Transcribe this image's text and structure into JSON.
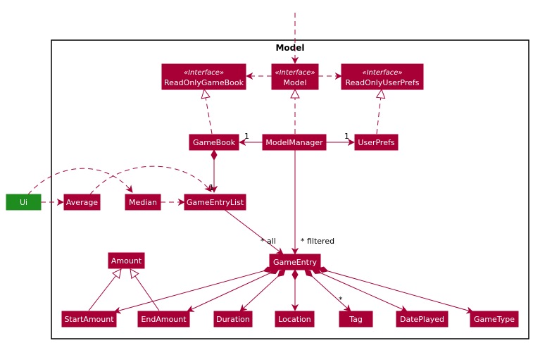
{
  "package": {
    "title": "Model"
  },
  "colors": {
    "node_fill": "#A80036",
    "ui_fill": "#1E8C1E",
    "edge": "#A80036"
  },
  "nodes": {
    "readonly_gamebook": {
      "stereotype": "«Interface»",
      "label": "ReadOnlyGameBook"
    },
    "model": {
      "stereotype": "«Interface»",
      "label": "Model"
    },
    "readonly_userprefs": {
      "stereotype": "«Interface»",
      "label": "ReadOnlyUserPrefs"
    },
    "gamebook": {
      "label": "GameBook"
    },
    "modelmanager": {
      "label": "ModelManager"
    },
    "userprefs": {
      "label": "UserPrefs"
    },
    "ui": {
      "label": "Ui"
    },
    "average": {
      "label": "Average"
    },
    "median": {
      "label": "Median"
    },
    "gameentrylist": {
      "label": "GameEntryList"
    },
    "amount": {
      "label": "Amount"
    },
    "gameentry": {
      "label": "GameEntry"
    },
    "startamount": {
      "label": "StartAmount"
    },
    "endamount": {
      "label": "EndAmount"
    },
    "duration": {
      "label": "Duration"
    },
    "location": {
      "label": "Location"
    },
    "tag": {
      "label": "Tag"
    },
    "dateplayed": {
      "label": "DatePlayed"
    },
    "gametype": {
      "label": "GameType"
    }
  },
  "edge_labels": {
    "mm_gamebook_mult": "1",
    "mm_userprefs_mult": "1",
    "gamebook_list_mult": "1",
    "all": "* all",
    "filtered": "* filtered",
    "tag_mult": "*"
  }
}
